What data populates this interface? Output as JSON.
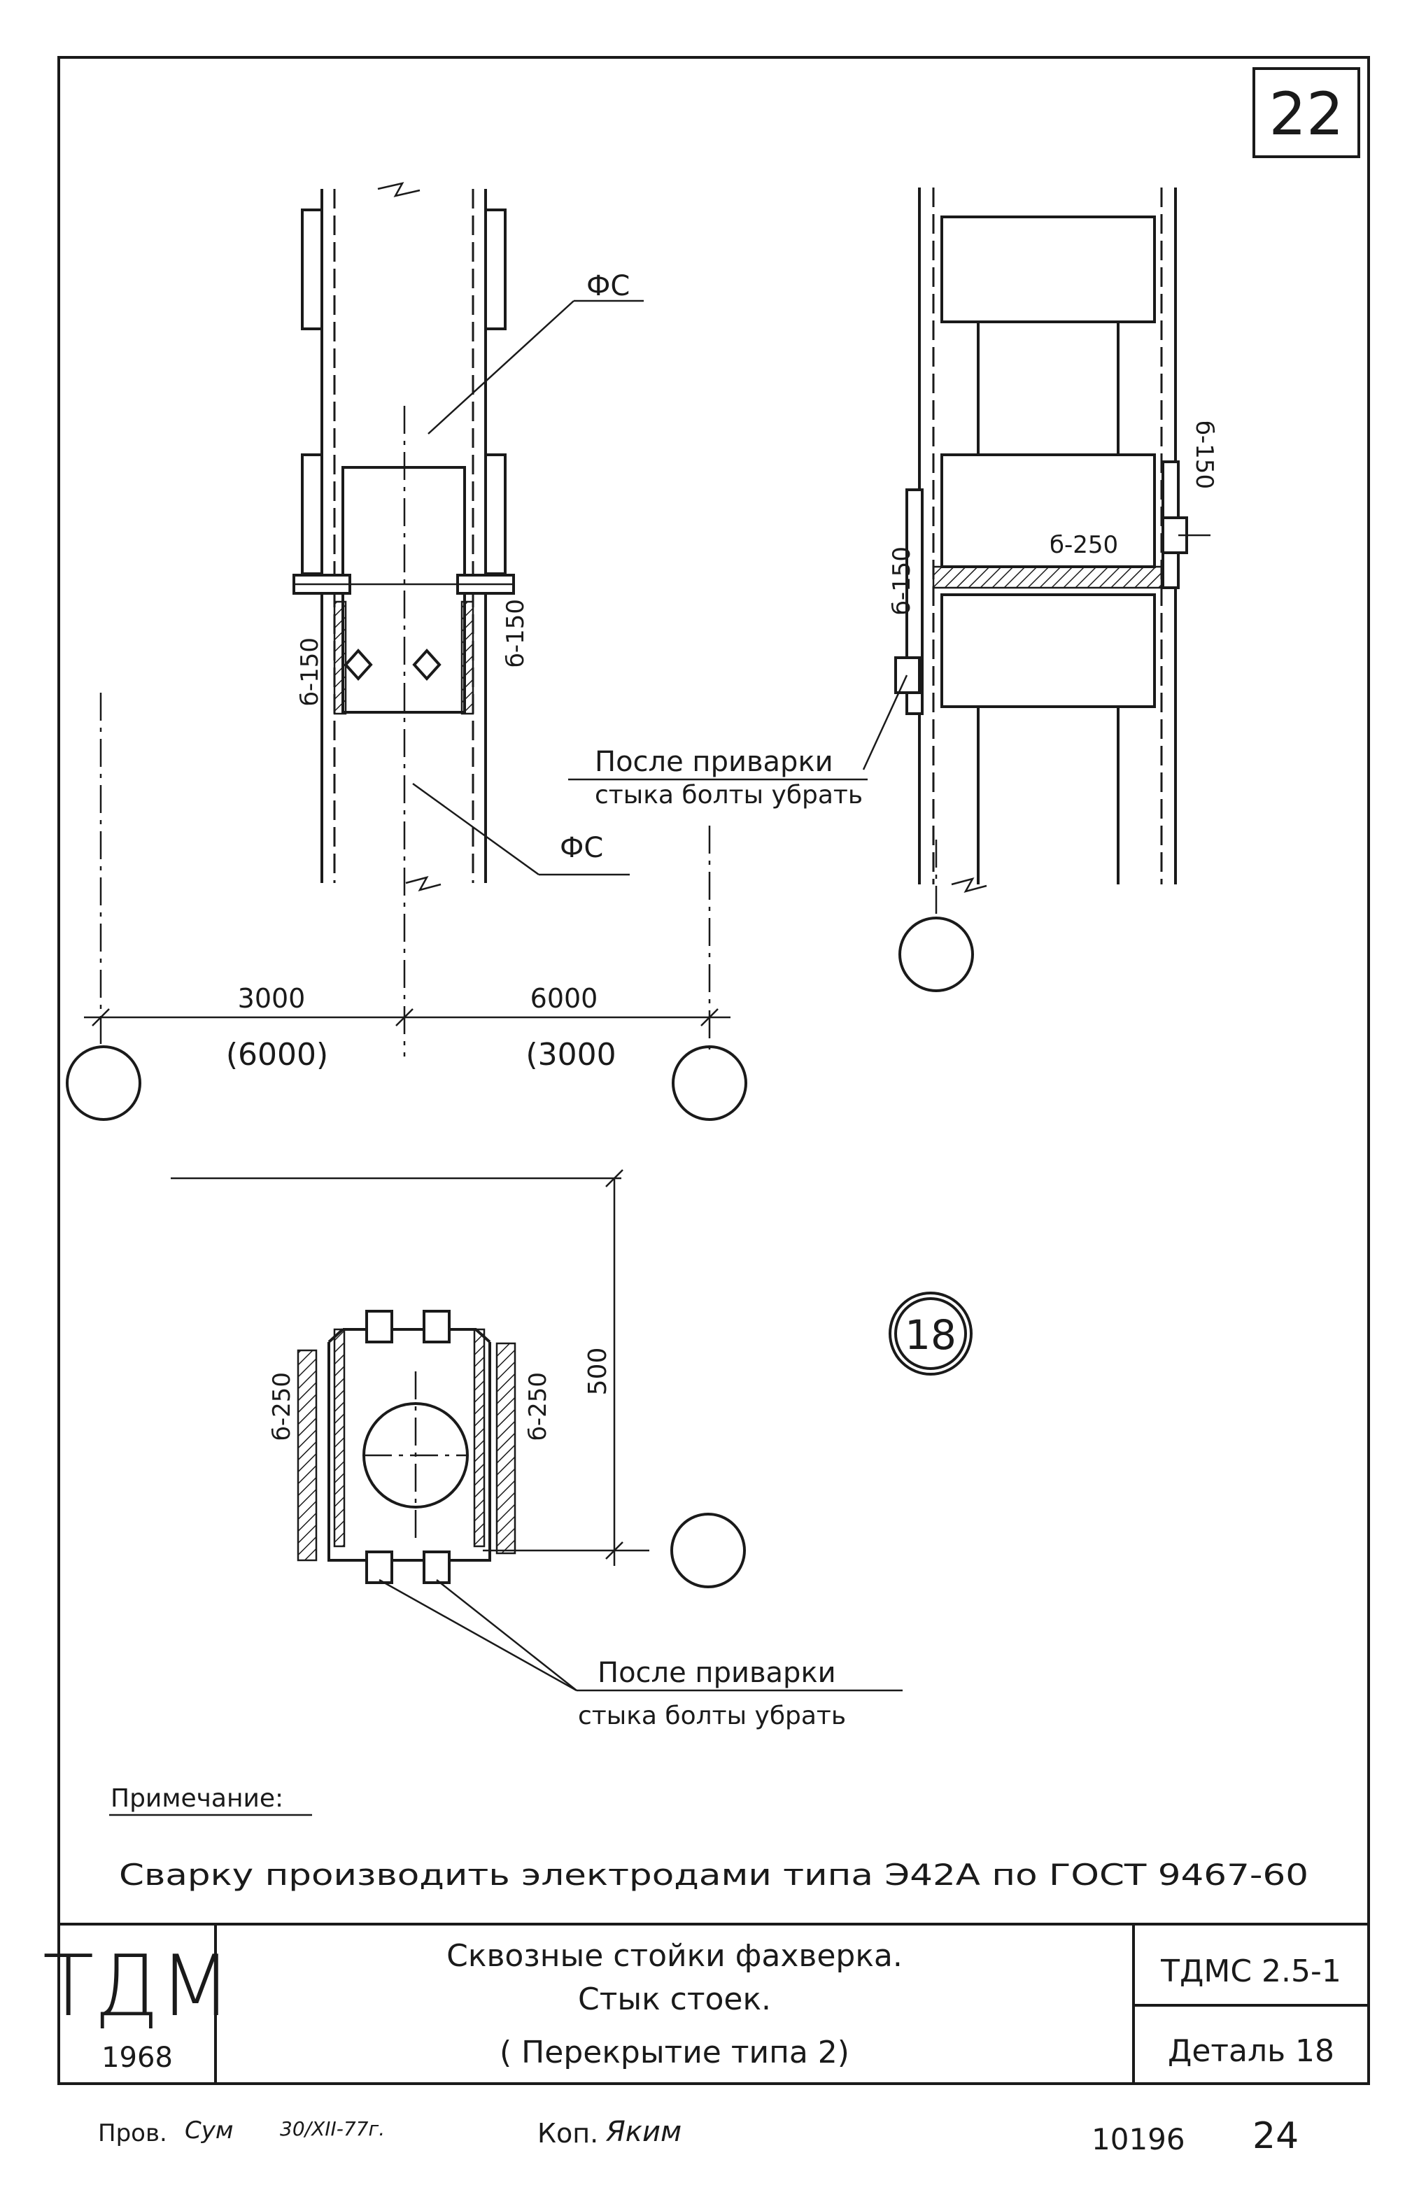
{
  "sheet_number": "22",
  "labels": {
    "fc_top": "ФС",
    "fc_bottom": "ФС",
    "weld_left_1": "б-150",
    "weld_left_2": "б-150",
    "weld_side_1": "б-150",
    "weld_side_2": "б-250",
    "weld_side_3": "б-150",
    "weld_plan_1": "б-250",
    "weld_plan_2": "б-250",
    "dim_plan": "500"
  },
  "note_bolts_1": {
    "line1": "После приварки",
    "line2": "стыка болты убрать"
  },
  "note_bolts_2": {
    "line1": "После приварки",
    "line2": "стыка болты убрать"
  },
  "dimensions": {
    "left_top": "3000",
    "left_bottom": "(6000)",
    "right_top": "6000",
    "right_bottom": "(3000"
  },
  "detail_mark": "18",
  "note": {
    "heading": "Примечание:",
    "text": "Сварку производить электродами типа Э42А по ГОСТ 9467-60"
  },
  "title_block": {
    "org": "ТДМ",
    "year": "1968",
    "title_line1": "Сквозные стойки фахверка.",
    "title_line2": "Стык стоек.",
    "title_line3": "( Перекрытие типа 2)",
    "series": "ТДМС 2.5-1",
    "detail": "Деталь 18"
  },
  "footer": {
    "checked": "Пров.",
    "checked_sign": "Сум",
    "checked_date": "30/XII-77г.",
    "copied": "Коп.",
    "copied_sign": "Яким",
    "inventory": "10196",
    "page": "24"
  }
}
